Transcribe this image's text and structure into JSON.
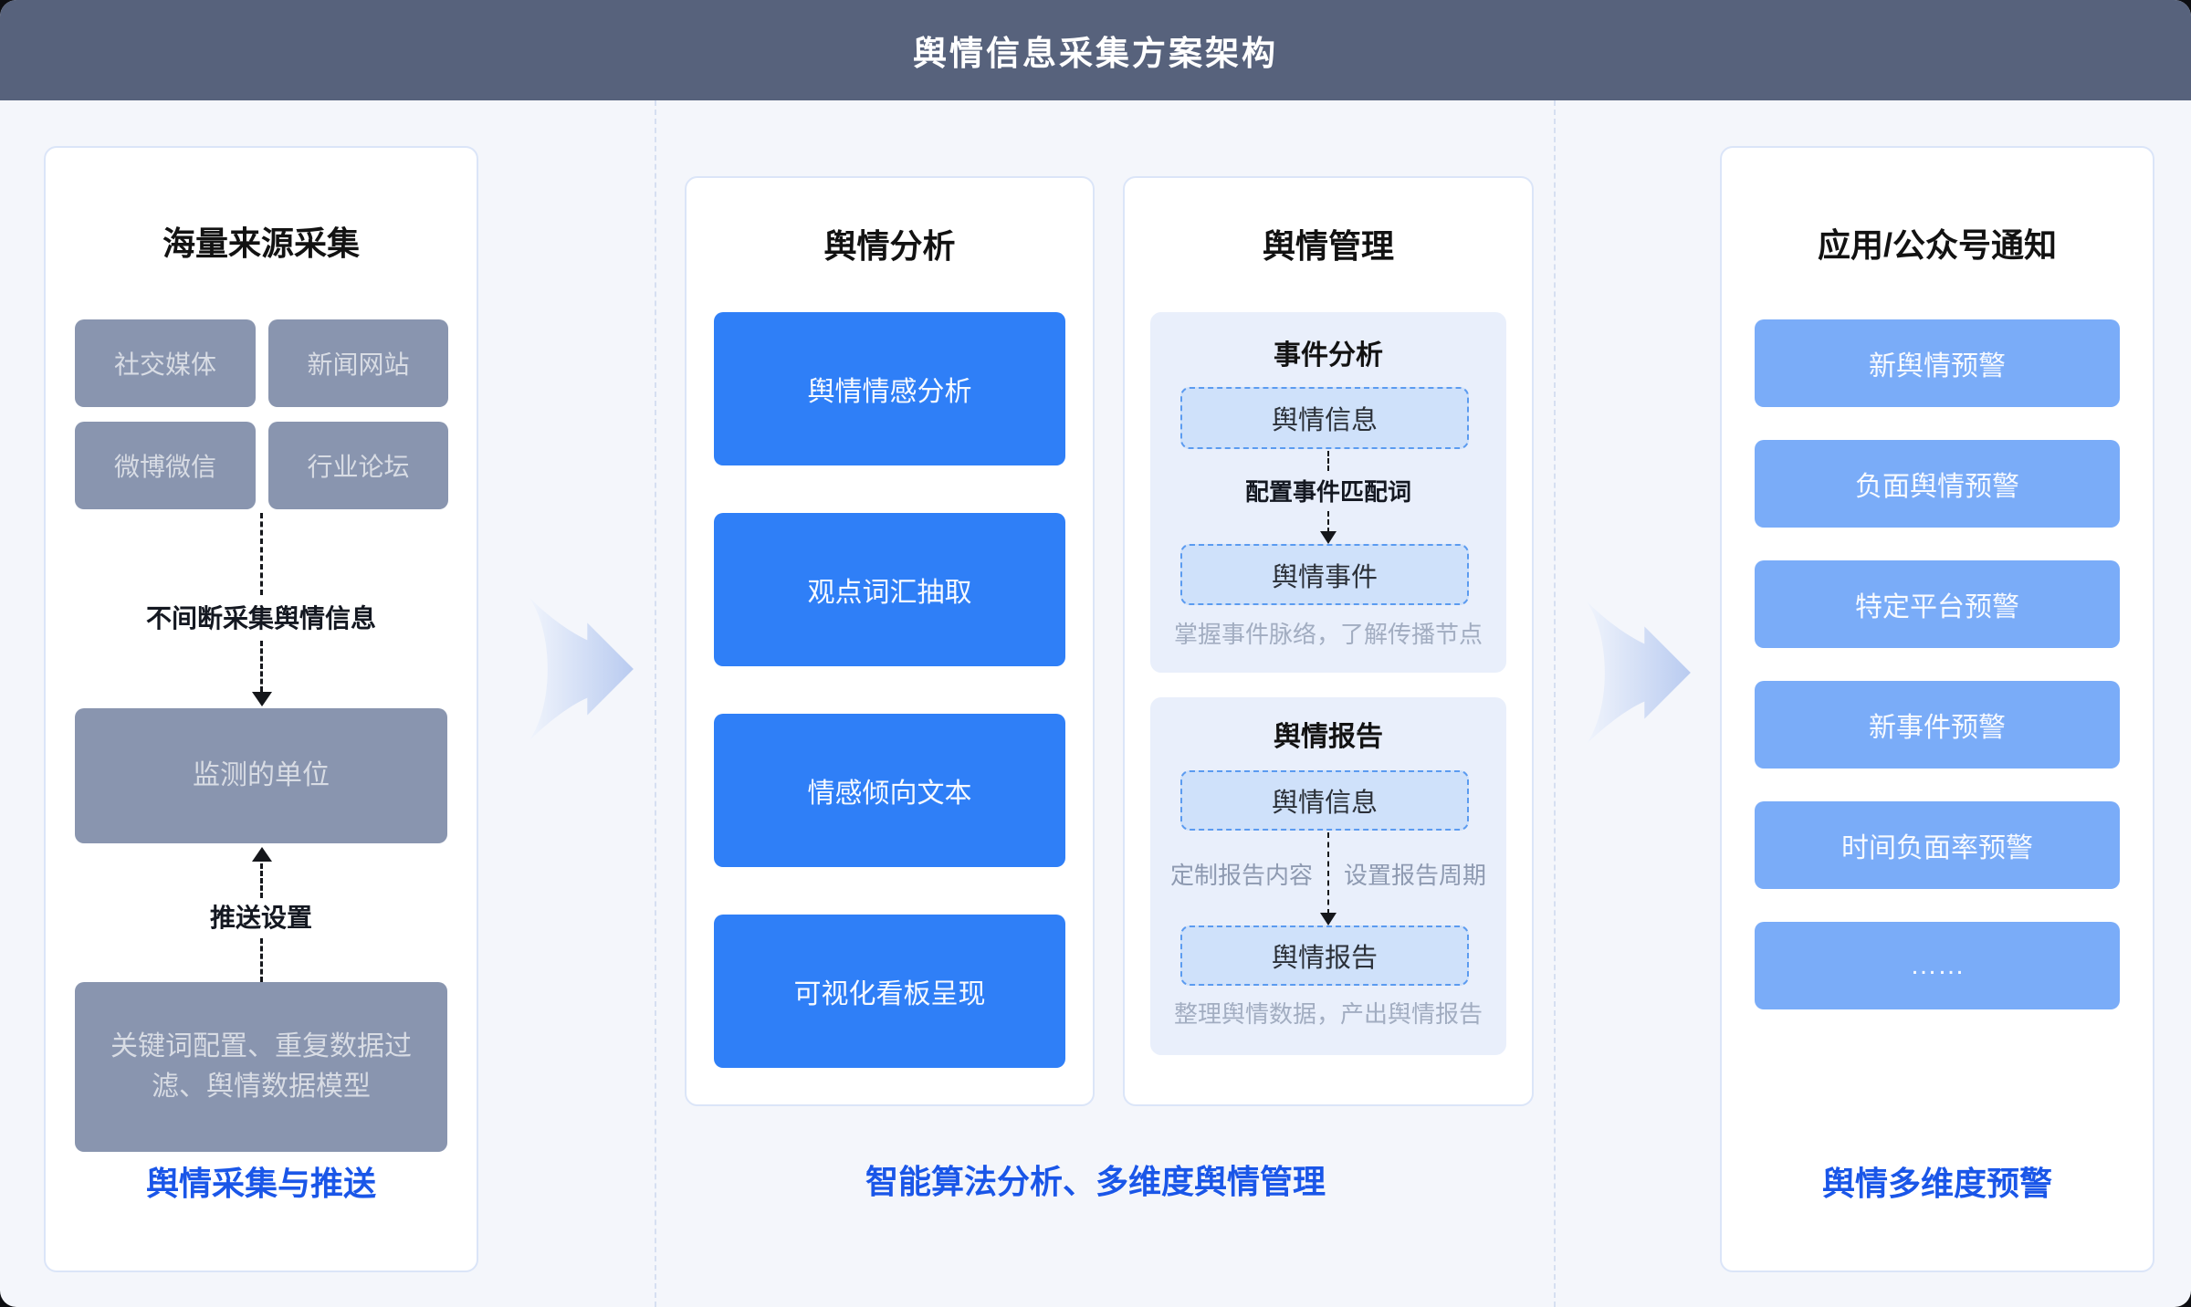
{
  "window": {
    "title": "舆情信息采集方案架构"
  },
  "columns": [
    {
      "title": "海量来源采集",
      "sources": [
        "社交媒体",
        "新闻网站",
        "微博微信",
        "行业论坛"
      ],
      "connector1_label": "不间断采集舆情信息",
      "monitor_box": "监测的单位",
      "connector2_label": "推送设置",
      "config_box": "关键词配置、重复数据过滤、舆情数据模型",
      "footer": "舆情采集与推送"
    },
    {
      "title": "舆情分析",
      "items": [
        "舆情情感分析",
        "观点词汇抽取",
        "情感倾向文本",
        "可视化看板呈现"
      ]
    },
    {
      "title": "舆情管理",
      "groups": [
        {
          "title": "事件分析",
          "from": "舆情信息",
          "label": "配置事件匹配词",
          "to": "舆情事件",
          "note": "掌握事件脉络，了解传播节点"
        },
        {
          "title": "舆情报告",
          "from": "舆情信息",
          "label_left": "定制报告内容",
          "label_right": "设置报告周期",
          "to": "舆情报告",
          "note": "整理舆情数据，产出舆情报告"
        }
      ]
    },
    {
      "title": "应用/公众号通知",
      "items": [
        "新舆情预警",
        "负面舆情预警",
        "特定平台预警",
        "新事件预警",
        "时间负面率预警",
        "……"
      ],
      "footer": "舆情多维度预警"
    }
  ],
  "middle_footer": "智能算法分析、多维度舆情管理",
  "colors": {
    "header_bg": "#57627C",
    "accent_blue": "#2F7FF7",
    "light_blue": "#7AACF8",
    "gray_box": "#8995AF",
    "dashed_box_bg": "#CFE1FA",
    "dashed_box_border": "#5B9BF0",
    "footer_blue": "#1A56E8",
    "page_bg": "#F4F6FB"
  }
}
